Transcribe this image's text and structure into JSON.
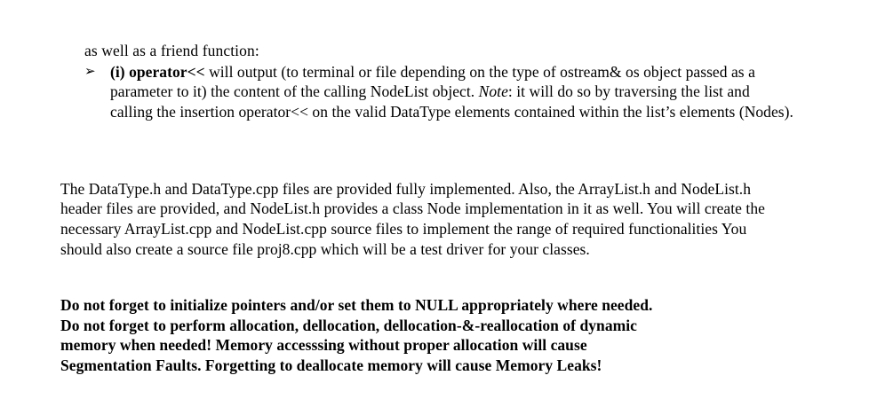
{
  "document": {
    "intro_line": "as well as a friend function:",
    "bullet_marker_glyph": "➢",
    "bullet": {
      "lead_bold": "(i) operator<<",
      "text_part_1": " will output (to terminal or file depending on the type of ostream& os object passed as a parameter to it) the content of the calling NodeList object. ",
      "note_label": "Note",
      "text_part_2": ": it will do so by traversing the list and calling the insertion operator<< on the valid DataType elements contained within the list’s elements (Nodes)."
    },
    "body_paragraph": "The DataType.h and DataType.cpp files are provided fully implemented. Also, the ArrayList.h and NodeList.h header files are provided, and NodeList.h provides a class Node implementation in it as well. You will create the necessary ArrayList.cpp and NodeList.cpp source files to implement the range of required functionalities You should also create a source file proj8.cpp which will be a test driver for your classes.",
    "warning_lines": [
      "Do not forget to initialize pointers and/or set them to NULL appropriately where needed.",
      "Do not forget to perform allocation, dellocation, dellocation-&-reallocation of dynamic",
      "memory when needed! Memory accesssing without proper allocation will cause",
      "Segmentation Faults. Forgetting to deallocate memory will cause Memory Leaks!"
    ]
  },
  "colors": {
    "page_background": "#ffffff",
    "text": "#000000"
  }
}
